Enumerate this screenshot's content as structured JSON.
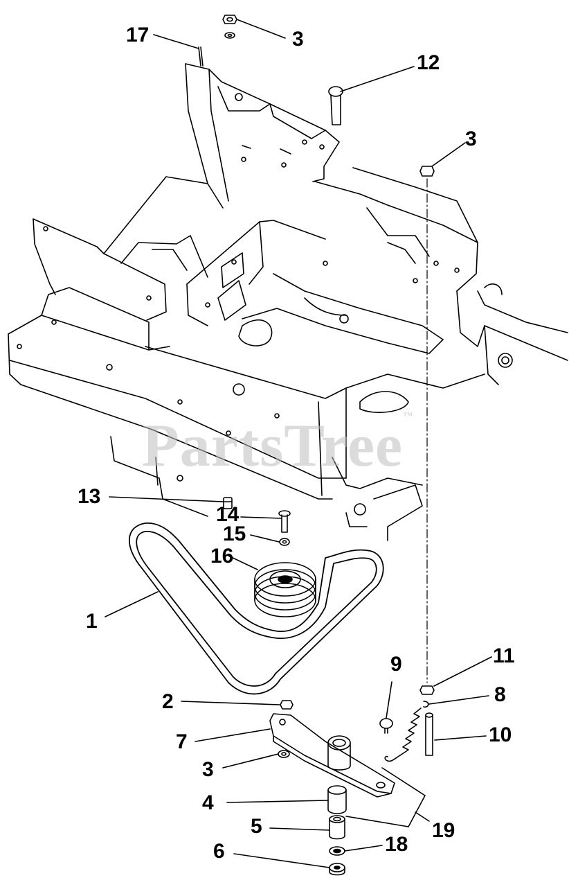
{
  "watermark": {
    "text": "PartsTree",
    "mark": "™"
  },
  "callouts": {
    "c1": "1",
    "c2": "2",
    "c3a": "3",
    "c3b": "3",
    "c3c": "3",
    "c4": "4",
    "c5": "5",
    "c6": "6",
    "c7": "7",
    "c8": "8",
    "c9": "9",
    "c10": "10",
    "c11": "11",
    "c12": "12",
    "c13": "13",
    "c14": "14",
    "c15": "15",
    "c16": "16",
    "c17": "17",
    "c18": "18",
    "c19": "19"
  }
}
